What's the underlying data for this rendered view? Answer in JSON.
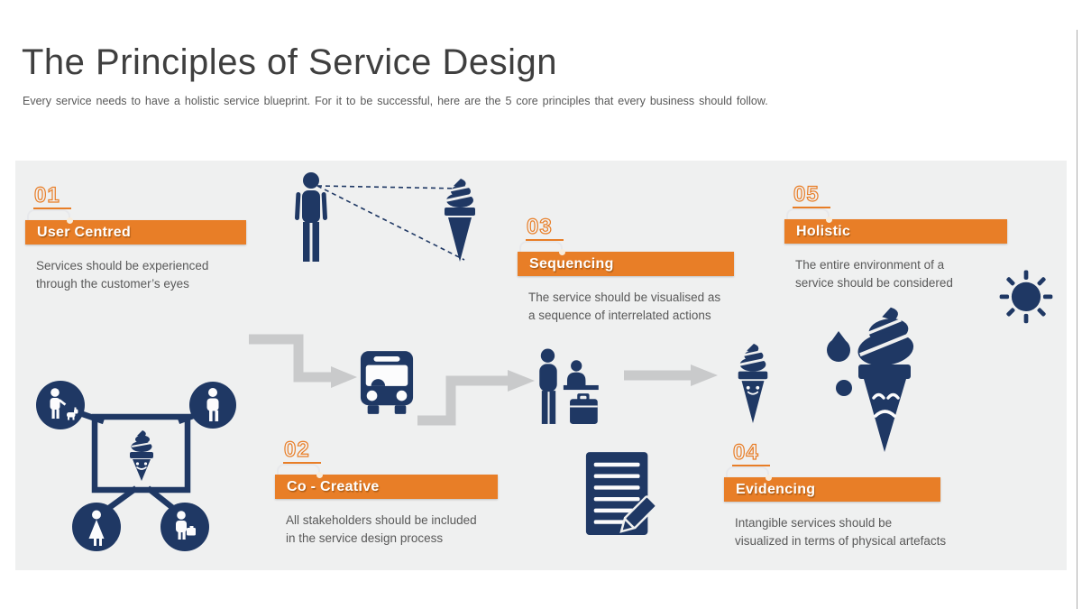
{
  "slide": {
    "title": "The Principles of Service Design",
    "subtitle": "Every  service  needs to have  a holistic  service  blueprint.  For it to be  successful,  here  are the 5 core principles  that every  business should  follow."
  },
  "principles": [
    {
      "number": "01",
      "title": "User Centred",
      "description": "Services should be experienced\nthrough the customer’s eyes"
    },
    {
      "number": "02",
      "title": "Co - Creative",
      "description": "All stakeholders should be included\nin the service design process"
    },
    {
      "number": "03",
      "title": "Sequencing",
      "description": "The service should be visualised as\na sequence of interrelated actions"
    },
    {
      "number": "04",
      "title": "Evidencing",
      "description": "Intangible  services should be\nvisualized in terms of physical artefacts"
    },
    {
      "number": "05",
      "title": "Holistic",
      "description": "The entire environment  of a\nservice should be considered"
    }
  ],
  "icons": [
    "person-icon",
    "sight-lines",
    "ice-cream-icon",
    "bus-icon",
    "service-counter-icon",
    "happy-ice-cream-icon",
    "sad-melting-ice-cream-icon",
    "sun-icon",
    "document-pencil-icon",
    "family-with-dog-icon",
    "man-icon",
    "woman-icon",
    "businessman-icon",
    "zigzag-arrow-icon",
    "right-arrow-icon"
  ],
  "colors": {
    "accent_orange": "#E87E27",
    "navy": "#1F3864",
    "panel_background": "#EFF0F0",
    "body_text": "#595959",
    "title_text": "#3F3F3F",
    "arrow_gray": "#C9CACB",
    "tab_dot": "#F7ECDC"
  }
}
